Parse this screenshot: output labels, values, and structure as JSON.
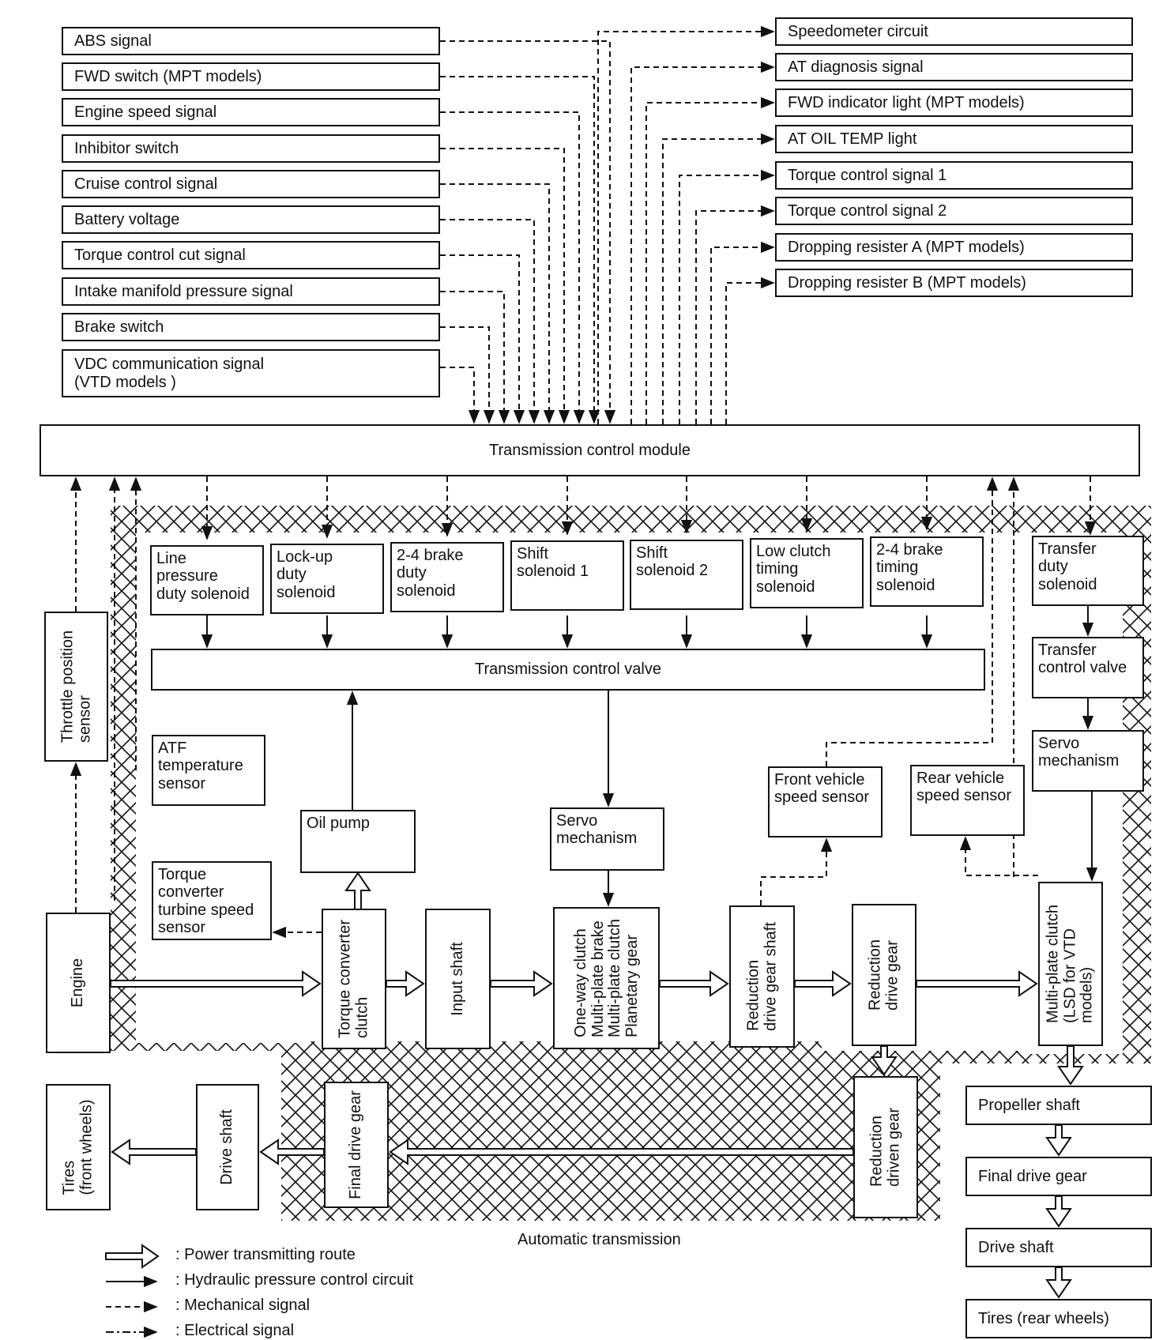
{
  "inputs": [
    {
      "label": "ABS signal"
    },
    {
      "label": "FWD switch (MPT models)"
    },
    {
      "label": "Engine speed signal"
    },
    {
      "label": "Inhibitor switch"
    },
    {
      "label": "Cruise control signal"
    },
    {
      "label": "Battery voltage"
    },
    {
      "label": "Torque control cut signal"
    },
    {
      "label": "Intake manifold pressure signal"
    },
    {
      "label": "Brake switch"
    },
    {
      "label": "VDC communication signal\n(VTD models )"
    }
  ],
  "outputs": [
    {
      "label": "Speedometer circuit"
    },
    {
      "label": "AT diagnosis signal"
    },
    {
      "label": "FWD indicator light (MPT models)"
    },
    {
      "label": "AT OIL TEMP light"
    },
    {
      "label": "Torque control signal 1"
    },
    {
      "label": "Torque control signal 2"
    },
    {
      "label": "Dropping resister A (MPT models)"
    },
    {
      "label": "Dropping resister B (MPT models)"
    }
  ],
  "tcm": {
    "label": "Transmission control module"
  },
  "solenoids": [
    {
      "label": "Line\npressure\nduty solenoid"
    },
    {
      "label": "Lock-up\nduty\nsolenoid"
    },
    {
      "label": "2-4 brake\nduty\nsolenoid"
    },
    {
      "label": "Shift\nsolenoid 1"
    },
    {
      "label": "Shift\nsolenoid 2"
    },
    {
      "label": "Low clutch\ntiming\nsolenoid"
    },
    {
      "label": "2-4 brake\ntiming\nsolenoid"
    }
  ],
  "tcv": {
    "label": "Transmission control valve"
  },
  "transfer": {
    "duty_solenoid": "Transfer\nduty\nsolenoid",
    "control_valve": "Transfer\ncontrol valve",
    "servo": "Servo\nmechanism"
  },
  "sensors": {
    "throttle": "Throttle position\nsensor",
    "atf_temp": "ATF\ntemperature\nsensor",
    "turbine_speed": "Torque\nconverter\nturbine speed\nsensor",
    "front_speed": "Front vehicle\nspeed sensor",
    "rear_speed": "Rear vehicle\nspeed sensor"
  },
  "components": {
    "oil_pump": "Oil pump",
    "servo": "Servo\nmechanism",
    "engine": "Engine",
    "torque_converter": "Torque converter\nclutch",
    "input_shaft": "Input shaft",
    "gearset": "One-way clutch\nMulti-plate brake\nMulti-plate clutch\nPlanetary gear",
    "reduction_drive_shaft": "Reduction\ndrive gear shaft",
    "reduction_drive_gear": "Reduction\ndrive gear",
    "multi_plate_clutch": "Multi-plate clutch\n(LSD for VTD\nmodels)",
    "reduction_driven_gear": "Reduction\ndriven gear",
    "final_drive_front": "Final drive gear",
    "drive_shaft_front": "Drive shaft",
    "tires_front": "Tires\n(front wheels)"
  },
  "rear": {
    "propeller_shaft": "Propeller shaft",
    "final_drive_gear": "Final drive gear",
    "drive_shaft": "Drive shaft",
    "tires": "Tires (rear wheels)"
  },
  "at_label": "Automatic transmission",
  "legend": [
    {
      "label": ": Power transmitting route",
      "kind": "power"
    },
    {
      "label": ": Hydraulic pressure control circuit",
      "kind": "hydraulic"
    },
    {
      "label": ": Mechanical signal",
      "kind": "mechanical"
    },
    {
      "label": ": Electrical signal",
      "kind": "electrical"
    }
  ]
}
